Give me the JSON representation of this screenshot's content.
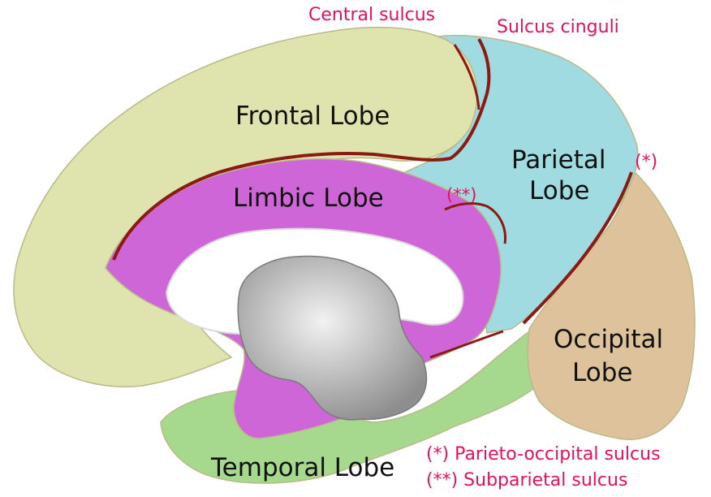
{
  "colors": {
    "frontal": "#dfe3ad",
    "parietal": "#9fdbe0",
    "occipital": "#ddc29b",
    "limbic": "#cf66d8",
    "temporal": "#a6d88e",
    "brainstem": "#c8c8c8",
    "sulcus": "#8a1a12",
    "annotation": "#e0115f"
  },
  "labels": {
    "frontal": "Frontal Lobe",
    "parietal_line1": "Parietal",
    "parietal_line2": "Lobe",
    "limbic": "Limbic Lobe",
    "occipital_line1": "Occipital",
    "occipital_line2": "Lobe",
    "temporal": "Temporal Lobe"
  },
  "annotations": {
    "central_sulcus": "Central sulcus",
    "sulcus_cinguli": "Sulcus cinguli",
    "marker_single": "(*)",
    "marker_double": "(**)",
    "legend_1": "(*) Parieto-occipital sulcus",
    "legend_2": "(**) Subparietal sulcus"
  }
}
